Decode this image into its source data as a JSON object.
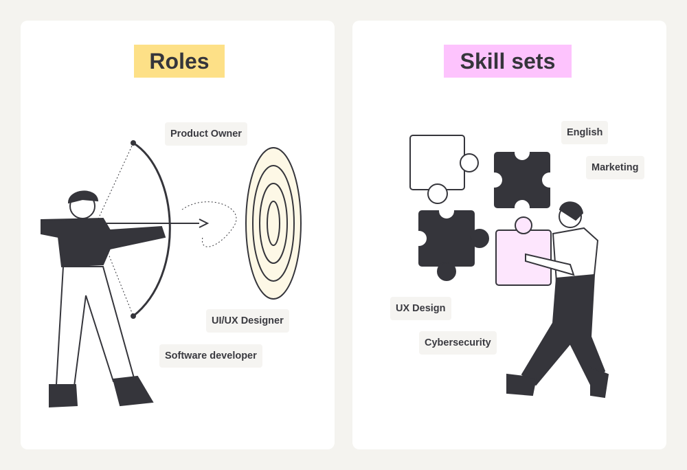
{
  "roles": {
    "title": "Roles",
    "title_color": "#fde087",
    "tags": [
      "Product Owner",
      "UI/UX Designer",
      "Software developer"
    ]
  },
  "skills": {
    "title": "Skill sets",
    "title_color": "#fdc3fd",
    "tags": [
      "English",
      "Marketing",
      "UX Design",
      "Cybersecurity"
    ]
  }
}
